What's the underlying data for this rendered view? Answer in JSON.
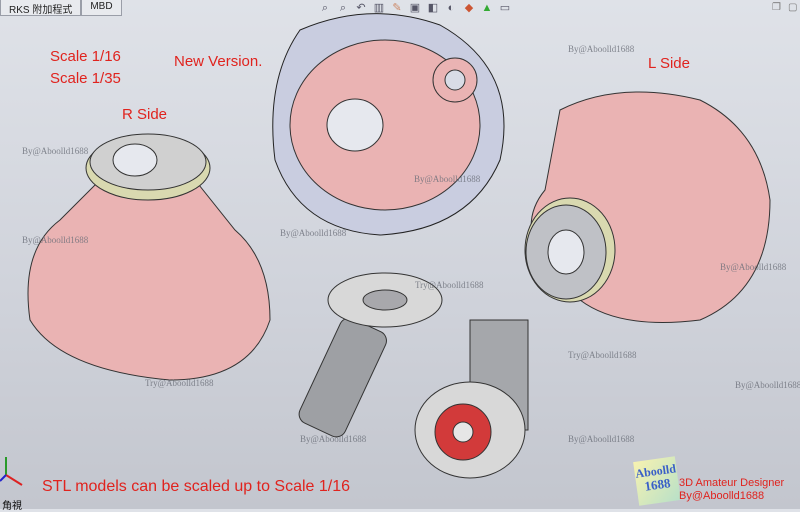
{
  "tabs": [
    {
      "label": "RKS 附加程式"
    },
    {
      "label": "MBD"
    }
  ],
  "toolbar_icons": [
    "zoom-fit-icon",
    "zoom-area-icon",
    "previous-view-icon",
    "section-view-icon",
    "dynamic-annotation-icon",
    "view-orientation-icon",
    "display-style-icon",
    "hide-show-icon",
    "edit-appearance-icon",
    "apply-scene-icon",
    "view-settings-icon"
  ],
  "annotations": {
    "scale1": "Scale  1/16",
    "scale2": "Scale  1/35",
    "new_version": "New Version.",
    "r_side": "R Side",
    "l_side": "L Side",
    "stl_note": "STL models can be scaled up to  Scale  1/16"
  },
  "watermarks": [
    "By@Aboolld1688",
    "By@Aboolld1688",
    "By@Aboolld1688",
    "By@Aboolld1688",
    "By@Aboolld1688",
    "Try@Aboolld1688",
    "Try@Aboolld1688",
    "Try@Aboolld1688",
    "By@Aboolld1688",
    "By@Aboolld1688",
    "By@Aboolld1688",
    "By@Aboolld1688"
  ],
  "logo": {
    "line1": "Aboolld",
    "line2": "1688"
  },
  "credit": {
    "line1": "3D Amateur Designer",
    "line2": "By@Aboolld1688"
  },
  "view_label": "角視",
  "colors": {
    "part_pink": "#eab3b3",
    "annotation_red": "#e0231e",
    "metal_gray": "#c8c8c8"
  }
}
